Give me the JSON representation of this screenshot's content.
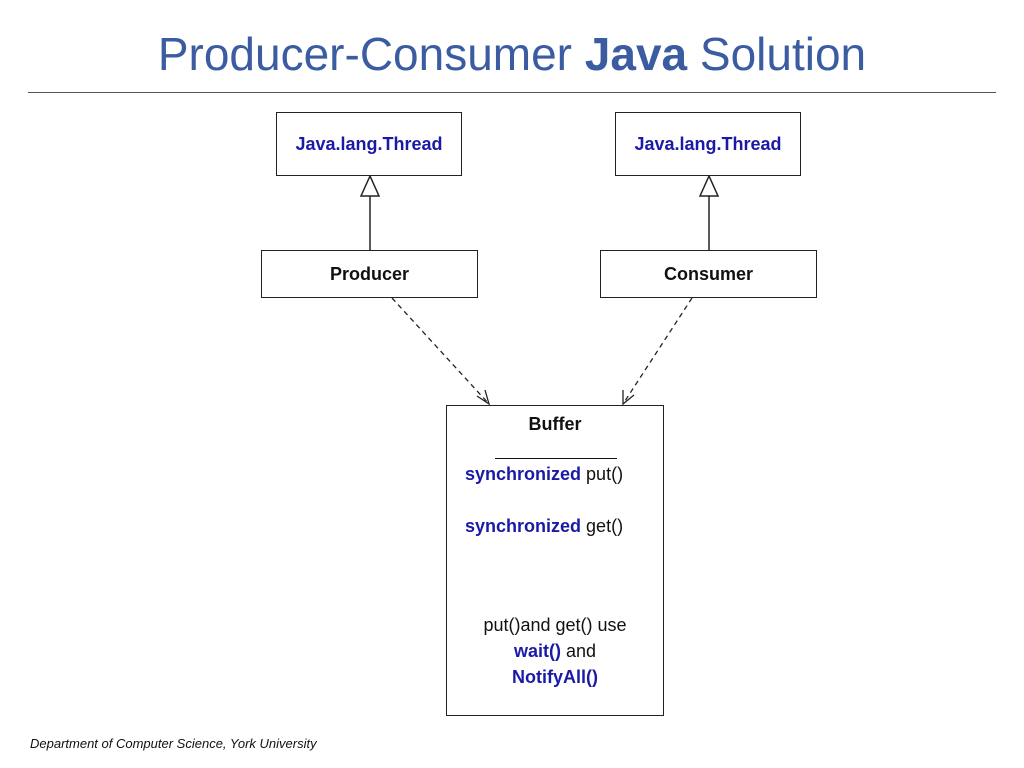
{
  "title": {
    "prefix": "Producer-Consumer ",
    "emphasis": "Java",
    "suffix": " Solution"
  },
  "diagram": {
    "left_parent": "Java.lang.Thread",
    "right_parent": "Java.lang.Thread",
    "producer": "Producer",
    "consumer": "Consumer",
    "buffer": {
      "name": "Buffer",
      "methods": [
        {
          "keyword": "synchronized",
          "name": "put()"
        },
        {
          "keyword": "synchronized",
          "name": "get()"
        }
      ],
      "note": {
        "line1": "put()and get() use",
        "wait": "wait()",
        "and": "and",
        "notify": "NotifyAll()"
      }
    }
  },
  "footer": "Department of Computer Science, York University",
  "colors": {
    "title": "#3b5ca0",
    "keyword": "#1a1aa6",
    "line": "#222222"
  }
}
